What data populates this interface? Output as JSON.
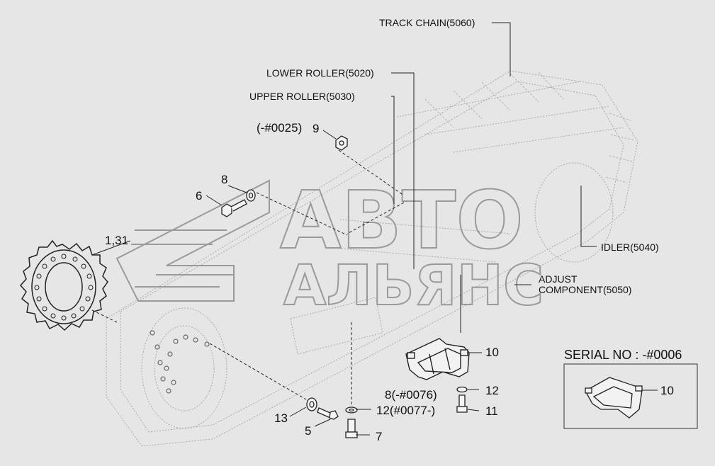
{
  "callouts": {
    "track_chain": "TRACK CHAIN(5060)",
    "lower_roller": "LOWER ROLLER(5020)",
    "upper_roller": "UPPER ROLLER(5030)",
    "idler": "IDLER(5040)",
    "adjust_line1": "ADJUST",
    "adjust_line2": "COMPONENT(5050)"
  },
  "parts": {
    "p9_serial": "(-#0025)",
    "p9": "9",
    "p8_top": "8",
    "p6": "6",
    "p1_31": "1,31",
    "p10": "10",
    "p8_serial": "8(-#0076)",
    "p12_upper": "12",
    "p12_serial": "12(#0077-)",
    "p11": "11",
    "p13": "13",
    "p5": "5",
    "p7": "7"
  },
  "inset": {
    "title": "SERIAL NO : -#0006",
    "part": "10"
  },
  "watermark": {
    "line1": "АВТО",
    "line2": "АЛЬЯНС"
  },
  "colors": {
    "background": "#e6e6e6",
    "ink": "#111111",
    "sketch": "#a8a8a8",
    "watermark": "#9a9a9a"
  }
}
